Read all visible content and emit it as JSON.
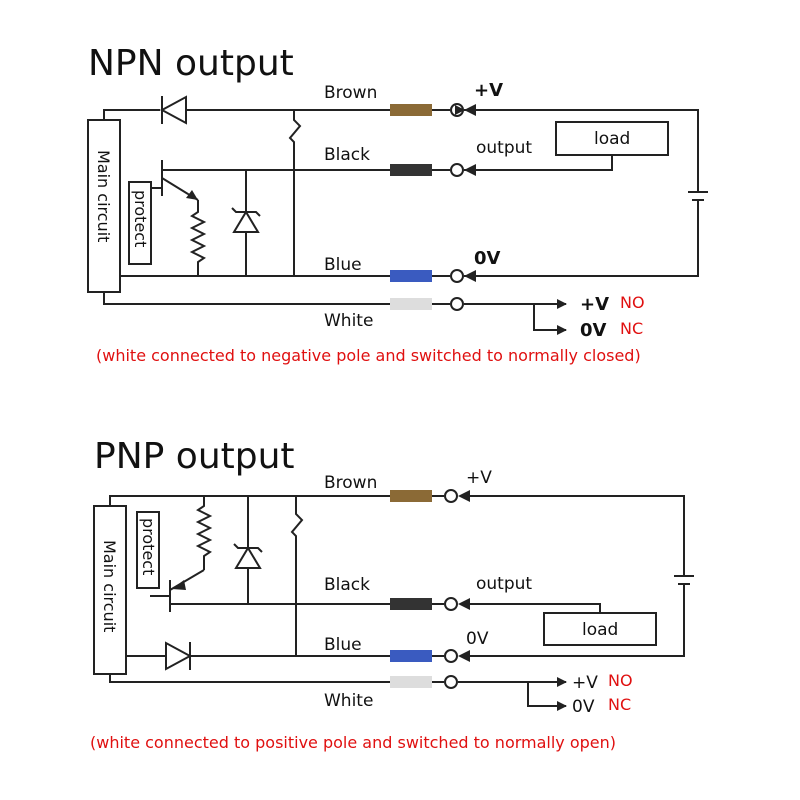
{
  "npn": {
    "title": "NPN output",
    "main_circuit": "Main circuit",
    "protect": "protect",
    "load": "load",
    "wires": {
      "brown": "Brown",
      "black": "Black",
      "blue": "Blue",
      "white": "White"
    },
    "terminals": {
      "plus_v": "+V",
      "output": "output",
      "zero_v": "0V"
    },
    "white_out": {
      "plus_v": "+V",
      "no": "NO",
      "zero_v": "0V",
      "nc": "NC"
    },
    "note": "(white connected to negative pole and switched to normally closed)"
  },
  "pnp": {
    "title": "PNP output",
    "main_circuit": "Main circuit",
    "protect": "protect",
    "load": "load",
    "wires": {
      "brown": "Brown",
      "black": "Black",
      "blue": "Blue",
      "white": "White"
    },
    "terminals": {
      "plus_v": "+V",
      "output": "output",
      "zero_v": "0V"
    },
    "white_out": {
      "plus_v": "+V",
      "no": "NO",
      "zero_v": "0V",
      "nc": "NC"
    },
    "note": "(white connected to positive pole and switched to normally open)"
  },
  "colors": {
    "brown": "#8b6a36",
    "black": "#333333",
    "blue": "#3a5bc0",
    "white": "#dddddd",
    "note_red": "#e01010"
  }
}
